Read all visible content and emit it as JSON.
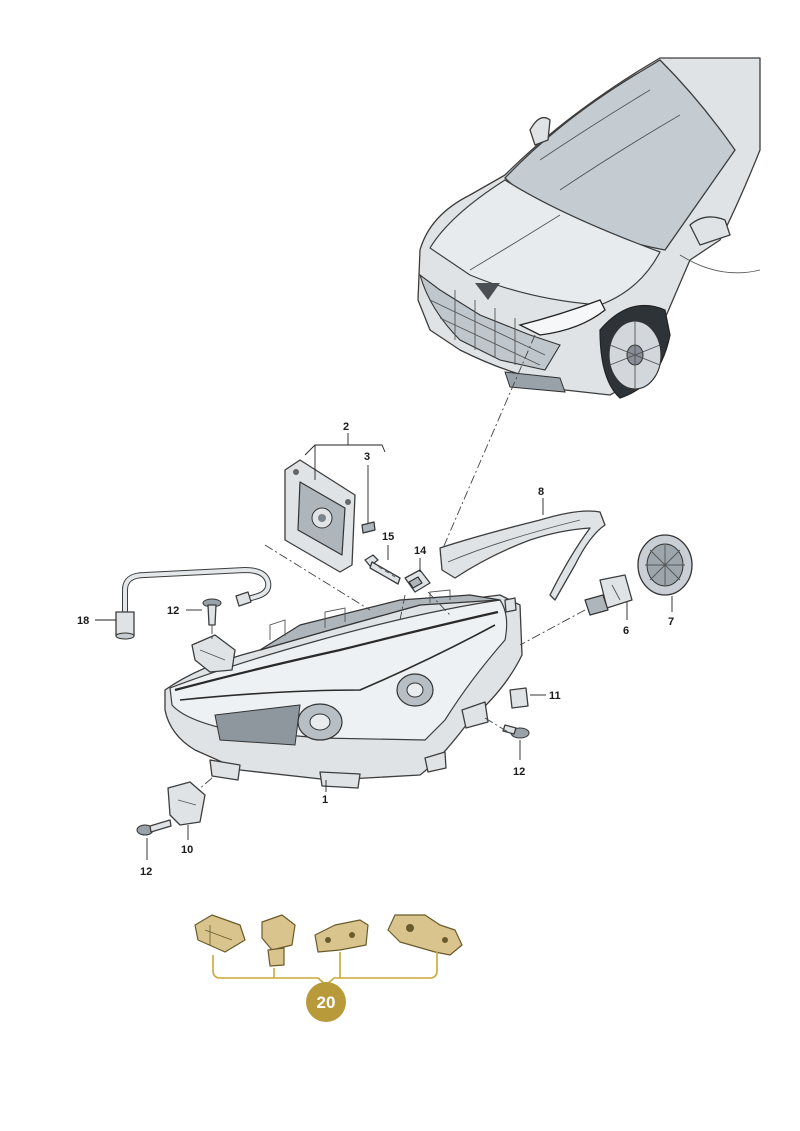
{
  "diagram": {
    "callouts": [
      {
        "id": "1",
        "text": "1"
      },
      {
        "id": "2",
        "text": "2"
      },
      {
        "id": "3",
        "text": "3"
      },
      {
        "id": "6",
        "text": "6"
      },
      {
        "id": "7",
        "text": "7"
      },
      {
        "id": "8",
        "text": "8"
      },
      {
        "id": "10",
        "text": "10"
      },
      {
        "id": "11",
        "text": "11"
      },
      {
        "id": "12a",
        "text": "12"
      },
      {
        "id": "12b",
        "text": "12"
      },
      {
        "id": "12c",
        "text": "12"
      },
      {
        "id": "14",
        "text": "14"
      },
      {
        "id": "15",
        "text": "15"
      },
      {
        "id": "18",
        "text": "18"
      }
    ],
    "repair_kit_badge": "20",
    "colors": {
      "badge_fill": "#b89a3b",
      "kit_parts": "#d9c48d",
      "line_art": "#3d3d3d",
      "shading": "#dfe3e6"
    }
  }
}
